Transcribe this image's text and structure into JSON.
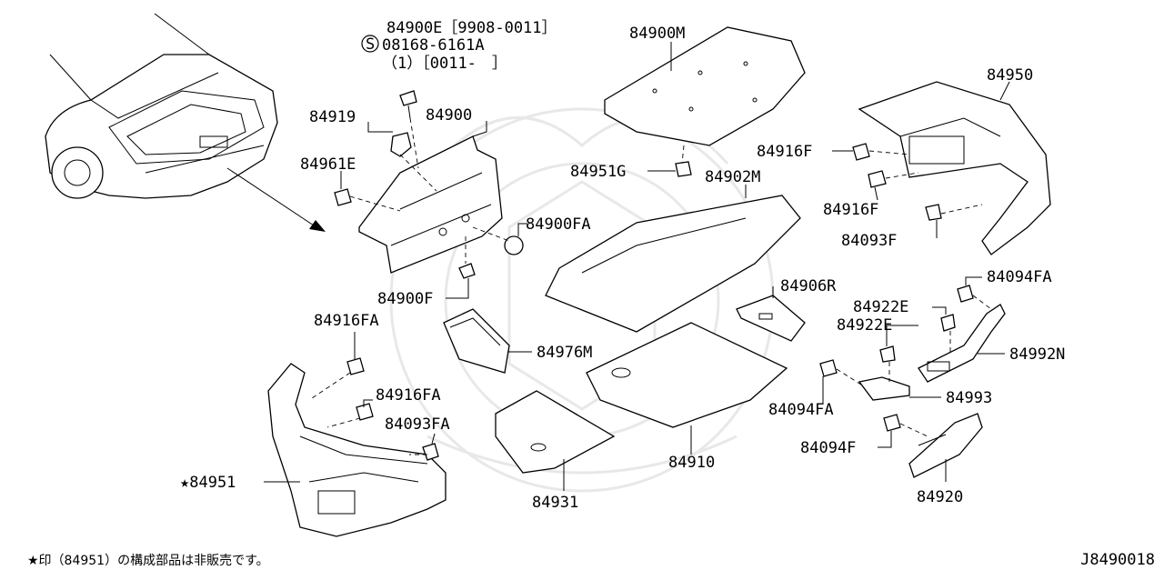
{
  "diagram": {
    "callouts": [
      {
        "id": "84900E",
        "text": "84900E［9908-0011］"
      },
      {
        "id": "08168-6161A",
        "text": "08168-6161A"
      },
      {
        "id": "qty",
        "text": "（1）［0011-　］"
      },
      {
        "id": "84919",
        "text": "84919"
      },
      {
        "id": "84900",
        "text": "84900"
      },
      {
        "id": "84961E",
        "text": "84961E"
      },
      {
        "id": "84900FA",
        "text": "84900FA"
      },
      {
        "id": "84900F",
        "text": "84900F"
      },
      {
        "id": "84900M",
        "text": "84900M"
      },
      {
        "id": "84951G",
        "text": "84951G"
      },
      {
        "id": "84902M",
        "text": "84902M"
      },
      {
        "id": "84950",
        "text": "84950"
      },
      {
        "id": "84916F_a",
        "text": "84916F"
      },
      {
        "id": "84916F_b",
        "text": "84916F"
      },
      {
        "id": "84093F",
        "text": "84093F"
      },
      {
        "id": "84094FA_a",
        "text": "84094FA"
      },
      {
        "id": "84906R",
        "text": "84906R"
      },
      {
        "id": "84922E_a",
        "text": "84922E"
      },
      {
        "id": "84922E_b",
        "text": "84922E"
      },
      {
        "id": "84992N",
        "text": "84992N"
      },
      {
        "id": "84993",
        "text": "84993"
      },
      {
        "id": "84094FA_b",
        "text": "84094FA"
      },
      {
        "id": "84094F",
        "text": "84094F"
      },
      {
        "id": "84920",
        "text": "84920"
      },
      {
        "id": "84910",
        "text": "84910"
      },
      {
        "id": "84931",
        "text": "84931"
      },
      {
        "id": "84976M",
        "text": "84976M"
      },
      {
        "id": "84916FA_a",
        "text": "84916FA"
      },
      {
        "id": "84916FA_b",
        "text": "84916FA"
      },
      {
        "id": "84093FA",
        "text": "84093FA"
      },
      {
        "id": "84951",
        "text": "★84951"
      }
    ],
    "screw_symbol": "S",
    "footnote": "★印（84951）の構成部品は非販売です。",
    "drawing_code": "J8490018"
  }
}
